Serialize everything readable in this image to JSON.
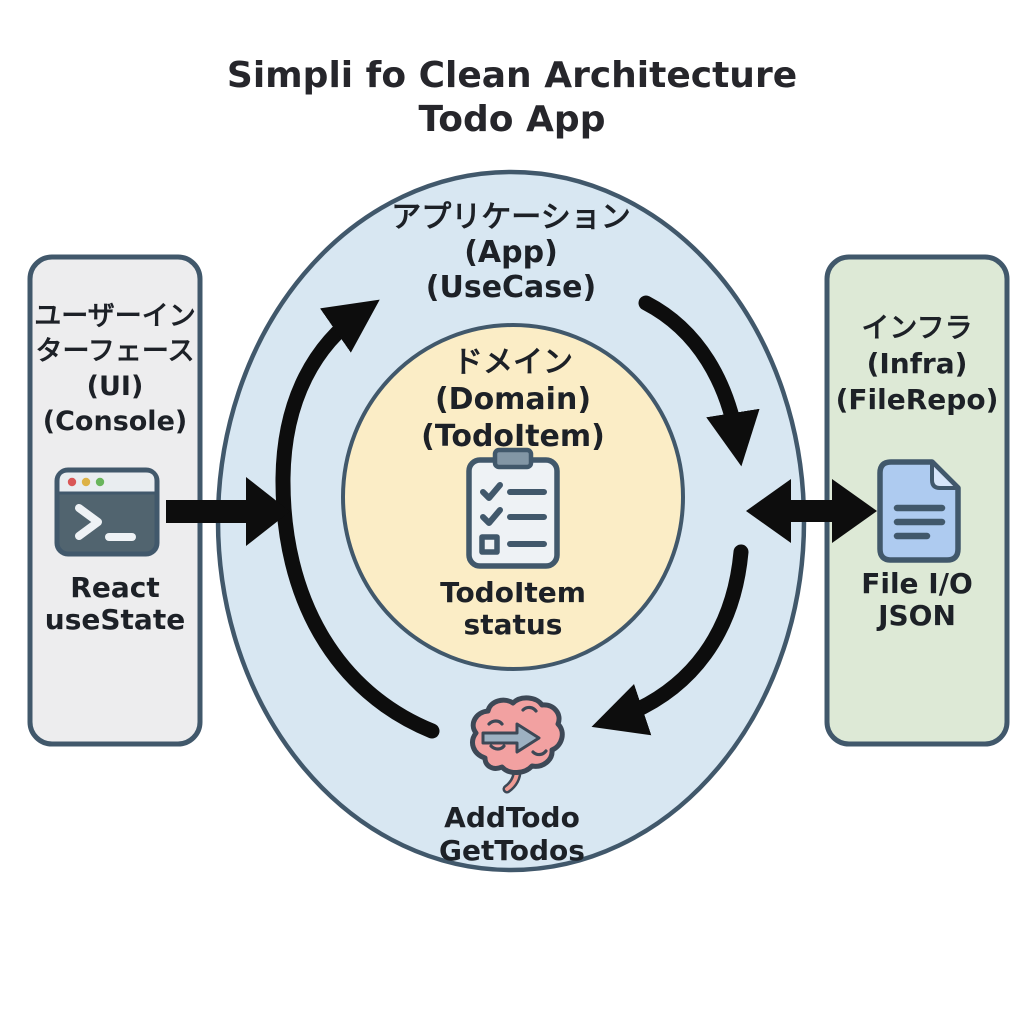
{
  "title": {
    "line1": "Simpli fo Clean Architecture",
    "line2": "Todo App"
  },
  "layers": {
    "app": {
      "lines": [
        "アプリケーション",
        "(App)",
        "(UseCase)"
      ]
    },
    "domain": {
      "lines": [
        "ドメイン",
        "(Domain)",
        "(TodoItem)"
      ],
      "caption": [
        "TodoItem",
        "status"
      ],
      "icon": "clipboard-checklist-icon"
    },
    "usecase": {
      "caption": [
        "AddTodo",
        "GetTodos"
      ],
      "icon": "brain-usecase-icon"
    }
  },
  "ui_box": {
    "lines": [
      "ユーザーイン",
      "ターフェース",
      "(UI)",
      "(Console)"
    ],
    "caption": [
      "React",
      "useState"
    ],
    "icon": "terminal-window-icon"
  },
  "infra_box": {
    "lines": [
      "インフラ",
      "(Infra)",
      "(FileRepo)"
    ],
    "caption": [
      "File I/O",
      "JSON"
    ],
    "icon": "file-document-icon"
  },
  "arrows": [
    "ui-to-app",
    "app-infra-bidirectional",
    "cycle-up-left",
    "cycle-down-right",
    "cycle-bottom-to-usecase"
  ],
  "colors": {
    "background": "#ffffff",
    "app_ring_fill": "#d8e7f2",
    "domain_fill": "#fbedc6",
    "ui_box_fill": "#ededee",
    "infra_box_fill": "#dde9d6",
    "outline": "#41586b",
    "arrow": "#0d0d0d",
    "text": "#1d2127",
    "terminal_body": "#51646f",
    "terminal_bar": "#e9edf0",
    "file_fill": "#aecbf0",
    "file_fold": "#d7e5f8",
    "brain_fill": "#f2a1a1",
    "brain_arrow": "#9db1c2",
    "clip_fill": "#8296a5",
    "board_fill": "#eef2f5"
  }
}
